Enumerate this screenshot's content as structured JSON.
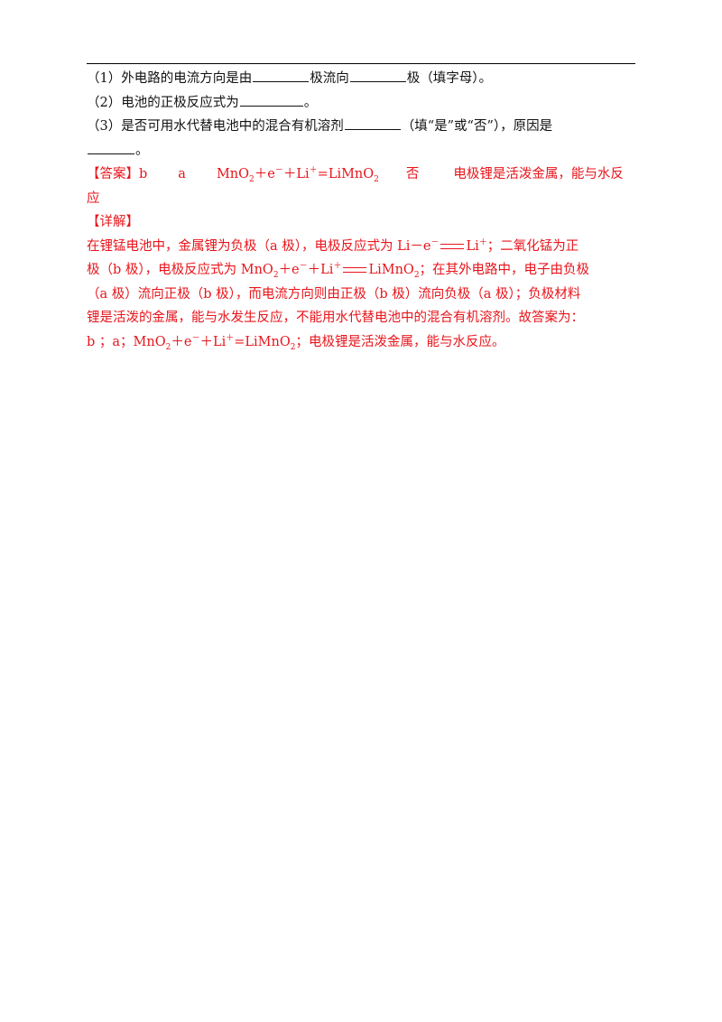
{
  "questions": {
    "q1_a": "（1）外电路的电流方向是由",
    "q1_b": "极流向",
    "q1_c": "极（填字母）。",
    "q2_a": "（2）电池的正极反应式为",
    "q2_b": "。",
    "q3_a": "（3）是否可用水代替电池中的混合有机溶剂",
    "q3_b": "（填“是”或“否”），原因是",
    "q3_c": "。"
  },
  "answer": {
    "label": "【答案】",
    "a1": "b",
    "a2": "a",
    "a3_pre": "MnO",
    "a3_sub": "2",
    "a3_mid": "＋e",
    "a3_sup1": "－",
    "a3_mid2": "＋Li",
    "a3_sup2": "＋",
    "a3_mid3": "=LiMnO",
    "a3_sub2": "2",
    "a4": "否",
    "a5_line1": "电极锂是活泼金属，能与水反",
    "a5_line2": "应"
  },
  "explanation": {
    "label": "【详解】",
    "l1_a": "在锂锰电池中，金属锂为负极（a 极），电极反应式为 Li－e",
    "l1_sup": "－",
    "l1_b": "Li",
    "l1_sup2": "＋",
    "l1_c": "；二氧化锰为正",
    "l2_a": "极（b 极），电极反应式为 MnO",
    "l2_sub": "2",
    "l2_b": "＋e",
    "l2_sup": "－",
    "l2_c": "＋Li",
    "l2_sup2": "＋",
    "l2_d": "LiMnO",
    "l2_sub2": "2",
    "l2_e": "；在其外电路中，电子由负极",
    "l3": "（a 极）流向正极（b 极），而电流方向则由正极（b 极）流向负极（a 极）；负极材料",
    "l4": "锂是活泼的金属，能与水发生反应，不能用水代替电池中的混合有机溶剂。故答案为：",
    "l5_a": "b ；a；MnO",
    "l5_sub": "2",
    "l5_b": "＋e",
    "l5_sup": "－",
    "l5_c": "＋Li",
    "l5_sup2": "＋",
    "l5_d": "=LiMnO",
    "l5_sub2": "2",
    "l5_e": "；电极锂是活泼金属，能与水反应。"
  }
}
